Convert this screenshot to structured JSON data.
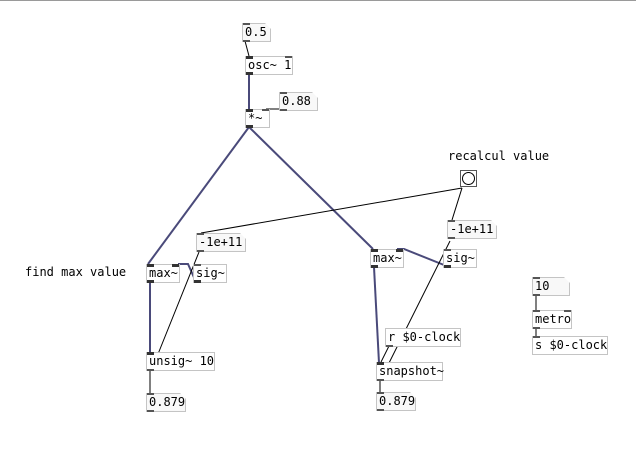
{
  "patch": {
    "comments": {
      "find_max": "find max value",
      "recalcul": "recalcul value"
    },
    "atoms": {
      "amp_source": "0.5",
      "gain": "0.88",
      "left_sig": "-1e+11",
      "right_sig": "-1e+11",
      "left_result": "0.879",
      "right_result": "0.879",
      "metro_rate": "10"
    },
    "objects": {
      "osc": "osc~ 1",
      "multiply": "*~",
      "left_max": "max~",
      "left_sig": "sig~",
      "unsig": "unsig~ 10",
      "right_max": "max~",
      "right_sig": "sig~",
      "receive_clock": "r $0-clock",
      "snapshot": "snapshot~",
      "metro": "metro",
      "send_clock": "s $0-clock"
    }
  }
}
